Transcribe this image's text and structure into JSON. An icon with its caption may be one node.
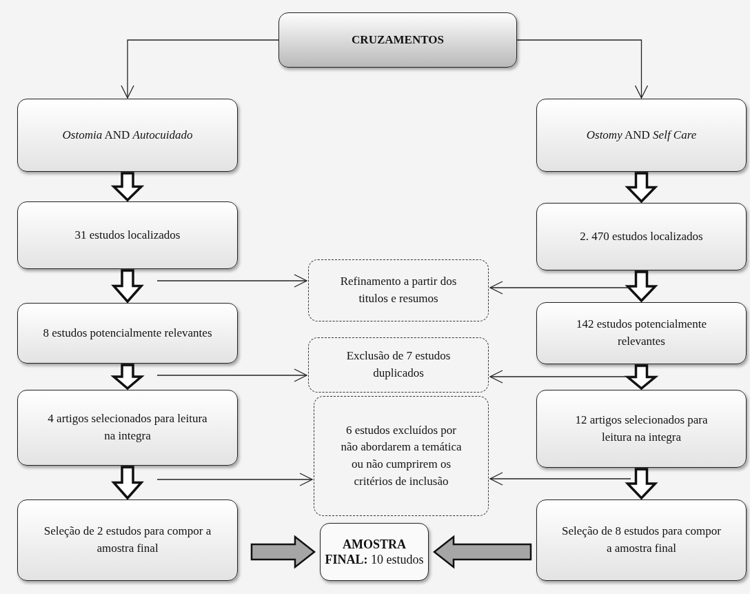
{
  "diagram": {
    "nodes": [
      {
        "text": [
          "CRUZAMENTOS"
        ]
      },
      {
        "text": [
          "*Ostomia* AND *Autocuidado*"
        ]
      },
      {
        "text": [
          "31 estudos localizados"
        ]
      },
      {
        "text": [
          "8 estudos potencialmente relevantes"
        ]
      },
      {
        "text": [
          "4 artigos selecionados para leitura na integra"
        ]
      },
      {
        "text": [
          "Seleção de 2 estudos para compor a amostra final"
        ]
      },
      {
        "text": [
          "*Ostomy* AND *Self Care*"
        ]
      },
      {
        "text": [
          "2. 470 estudos localizados"
        ]
      },
      {
        "text": [
          "142 estudos potencialmente relevantes"
        ]
      },
      {
        "text": [
          "12 artigos selecionados para leitura na integra"
        ]
      },
      {
        "text": [
          "Seleção de 8 estudos para compor a amostra final"
        ]
      },
      {
        "text": [
          "Refinamento a partir dos titulos e resumos"
        ]
      },
      {
        "text": [
          "Exclusão de 7 estudos duplicados"
        ]
      },
      {
        "text": [
          "6 estudos excluídos por não abordarem a temática ou não cumprirem os critérios de inclusão"
        ]
      },
      {
        "text": [
          "**AMOSTRA FINAL:** 10 estudos"
        ]
      }
    ],
    "edges": [
      {
        "from": 0,
        "to": 1,
        "arrow": "to"
      },
      {
        "from": 0,
        "to": 6,
        "arrow": "to"
      },
      {
        "from": 1,
        "to": 2,
        "arrow": "to",
        "style": "thick"
      },
      {
        "from": 2,
        "to": 3,
        "arrow": "to",
        "style": "thick"
      },
      {
        "from": 3,
        "to": 4,
        "arrow": "to",
        "style": "thick"
      },
      {
        "from": 4,
        "to": 5,
        "arrow": "to",
        "style": "thick"
      },
      {
        "from": 6,
        "to": 7,
        "arrow": "to",
        "style": "thick"
      },
      {
        "from": 7,
        "to": 8,
        "arrow": "to",
        "style": "thick"
      },
      {
        "from": 8,
        "to": 9,
        "arrow": "to",
        "style": "thick"
      },
      {
        "from": 9,
        "to": 10,
        "arrow": "to",
        "style": "thick"
      },
      {
        "from": null,
        "to": 11,
        "arrow": "to"
      },
      {
        "from": null,
        "to": 11,
        "arrow": "to"
      },
      {
        "from": null,
        "to": 12,
        "arrow": "to"
      },
      {
        "from": null,
        "to": 12,
        "arrow": "to"
      },
      {
        "from": null,
        "to": 13,
        "arrow": "to"
      },
      {
        "from": null,
        "to": 13,
        "arrow": "to"
      },
      {
        "from": 5,
        "to": 14,
        "arrow": "to",
        "style": "thick",
        "color": "#a6a6a6"
      },
      {
        "from": 10,
        "to": 14,
        "arrow": "to",
        "style": "thick",
        "color": "#a6a6a6"
      }
    ]
  }
}
